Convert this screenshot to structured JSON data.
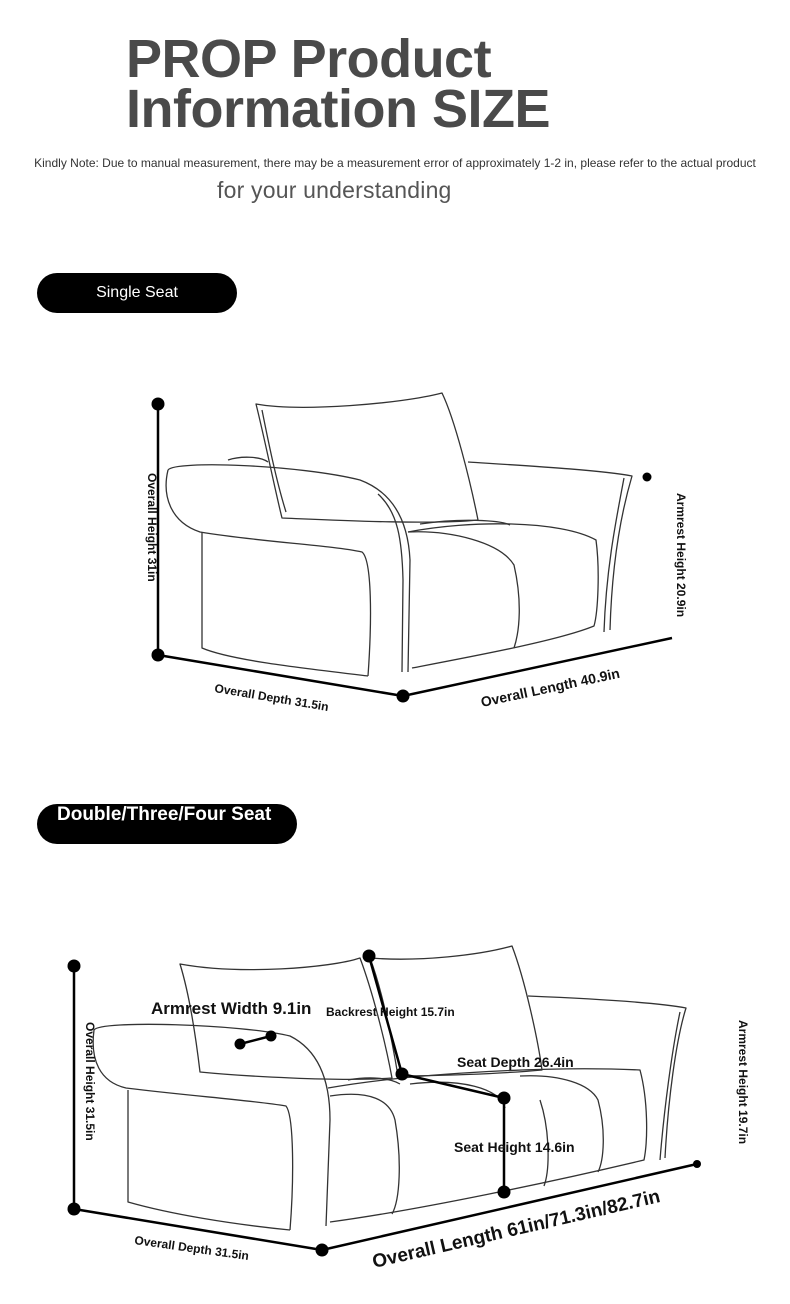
{
  "header": {
    "title_line1": "PROP Product",
    "title_line2": "Information SIZE",
    "note": "Kindly Note: Due to manual measurement, there may be a measurement error of approximately 1-2 in, please refer to the actual product",
    "note_line2": "for your understanding"
  },
  "single_seat": {
    "heading": "Single Seat",
    "overall_height": "Overall Height 31in",
    "armrest_height": "Armrest Height 20.9in",
    "overall_depth": "Overall Depth 31.5in",
    "overall_length": "Overall Length 40.9in"
  },
  "multi_seat": {
    "heading": "Double/Three/Four Seat",
    "overall_height": "Overall Height 31.5in",
    "armrest_width": "Armrest Width 9.1in",
    "backrest_height": "Backrest Height 15.7in",
    "seat_depth": "Seat Depth 26.4in",
    "seat_height": "Seat Height 14.6in",
    "armrest_height": "Armrest Height 19.7in",
    "overall_depth": "Overall Depth 31.5in",
    "overall_length": "Overall Length 61in/71.3in/82.7in"
  }
}
